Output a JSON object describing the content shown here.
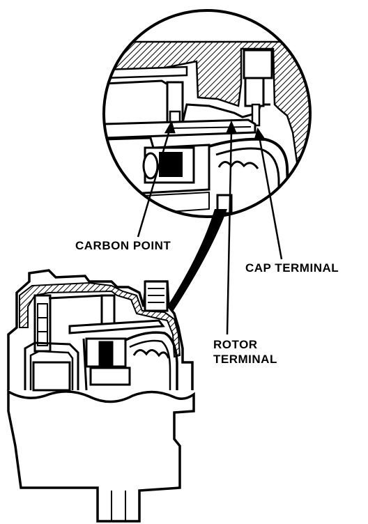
{
  "labels": {
    "carbon_point": "CARBON POINT",
    "cap_terminal": "CAP TERMINAL",
    "rotor_terminal_line1": "ROTOR",
    "rotor_terminal_line2": "TERMINAL"
  },
  "colors": {
    "ink": "#000000",
    "paper": "#ffffff"
  }
}
